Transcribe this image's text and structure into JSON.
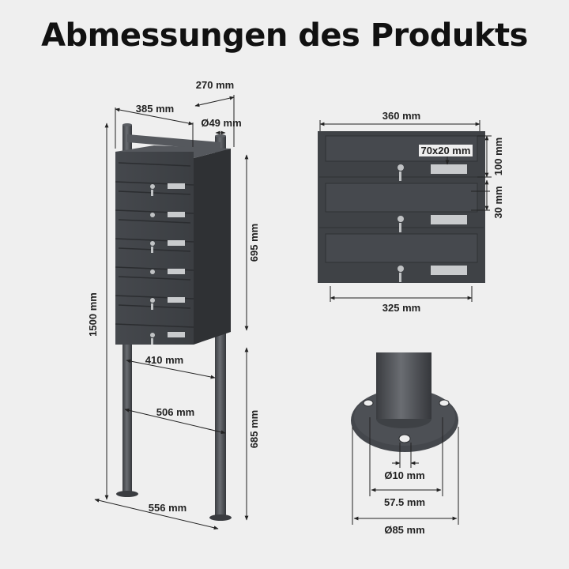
{
  "title": "Abmessungen des Produkts",
  "colors": {
    "metal": "#4a4d52",
    "metal_dark": "#3a3c40",
    "background": "#efefef",
    "line": "#222222"
  },
  "left_view": {
    "depth": "270 mm",
    "width_top": "385 mm",
    "pipe_diameter": "Ø49 mm",
    "box_height": "695 mm",
    "total_height": "1500 mm",
    "inner_width": "410 mm",
    "mid_width": "506 mm",
    "leg_height": "685 mm",
    "base_width": "556 mm"
  },
  "front_view": {
    "width": "360 mm",
    "slot": "70x20 mm",
    "compartment_height": "100 mm",
    "gap": "30 mm",
    "flap_width": "325 mm"
  },
  "base_view": {
    "hole": "Ø10 mm",
    "hole_spacing": "57.5 mm",
    "plate_diameter": "Ø85 mm"
  }
}
